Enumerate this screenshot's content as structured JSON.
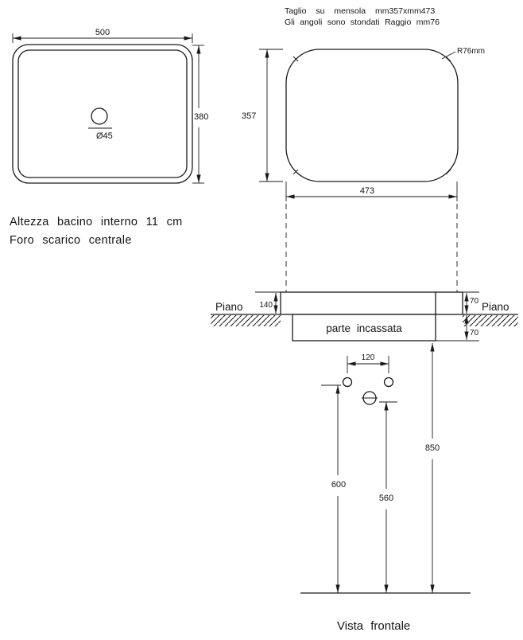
{
  "cutout_header": {
    "line1": "Taglio su mensola mm357xmm473",
    "line2": "Gli angoli sono stondati Raggio mm76"
  },
  "top_view": {
    "width": "500",
    "height": "380",
    "drain": "Ø45",
    "note1": "Altezza bacino interno 11 cm",
    "note2": "Foro scarico centrale"
  },
  "cutout_view": {
    "height": "357",
    "width": "473",
    "radius": "R76mm"
  },
  "section_view": {
    "piano_left": "Piano",
    "piano_right": "Piano",
    "rim_total": "140",
    "above": "70",
    "below": "70",
    "recessed": "parte incassata"
  },
  "front_view": {
    "hole_spacing": "120",
    "height_total": "850",
    "height_left": "600",
    "height_center": "560",
    "caption": "Vista frontale"
  }
}
